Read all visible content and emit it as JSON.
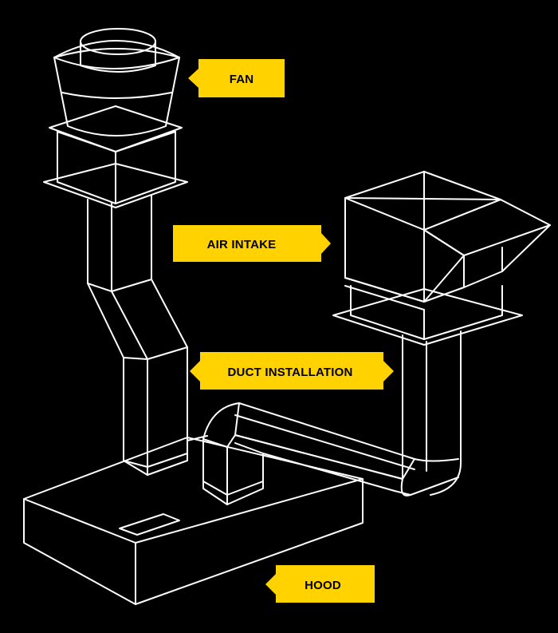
{
  "colors": {
    "background": "#000000",
    "line": "#ffffff",
    "label_fill": "#ffd200",
    "label_text": "#000000"
  },
  "labels": {
    "fan": "FAN",
    "air_intake": "AIR INTAKE",
    "duct_installation": "DUCT INSTALLATION",
    "hood": "HOOD"
  }
}
